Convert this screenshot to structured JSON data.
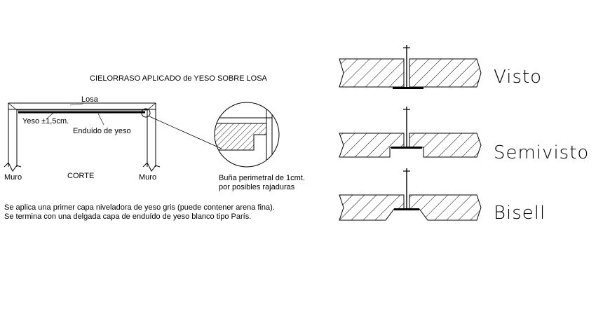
{
  "drawing": {
    "title": "CIELORRASO APLICADO de YESO SOBRE LOSA",
    "labels": {
      "losa": "Losa",
      "yeso": "Yeso ±1,5cm.",
      "enduido": "Enduído de yeso",
      "muro_left": "Muro",
      "muro_right": "Muro",
      "corte": "CORTE"
    },
    "detail_note": {
      "line1": "Buña perimetral de 1cmt.",
      "line2": "por posibles rajaduras"
    },
    "notes": {
      "line1": "Se aplica una primer capa niveladora de yeso gris (puede contener arena fina).",
      "line2": "Se termina con una delgada capa de enduído de yeso blanco tipo París."
    },
    "profiles": {
      "visto": "Visto",
      "semivisto": "Semivisto",
      "bisell": "Bisell"
    }
  },
  "colors": {
    "ink": "#000000",
    "background": "#ffffff"
  }
}
